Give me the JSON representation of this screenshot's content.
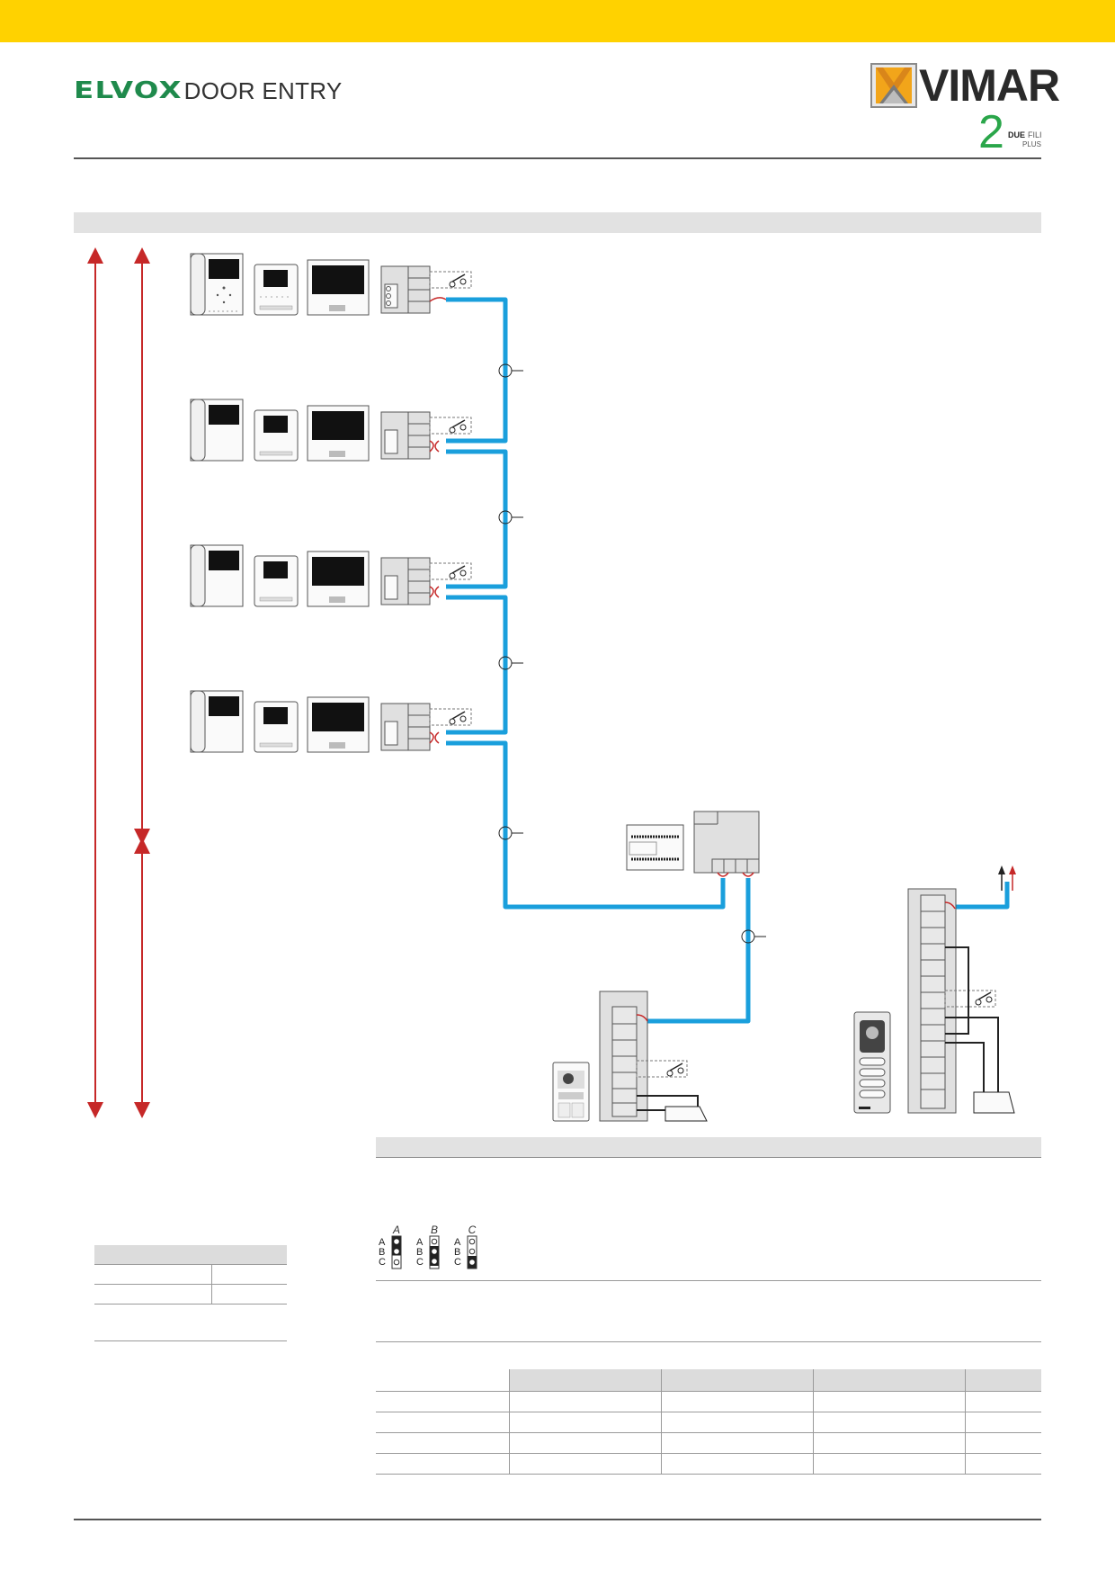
{
  "header": {
    "brand_elvox": "ELVOX",
    "brand_product": "DOOR ENTRY",
    "company": "VIMAR",
    "duefili_number": "2",
    "duefili_word_bold": "DUE",
    "duefili_word_light": "FILI",
    "duefili_plus": "PLUS"
  },
  "jumpers": {
    "options": [
      {
        "title": "A",
        "rows": [
          "A",
          "B",
          "C"
        ]
      },
      {
        "title": "B",
        "rows": [
          "A",
          "B",
          "C"
        ]
      },
      {
        "title": "C",
        "rows": [
          "A",
          "B",
          "C"
        ]
      }
    ]
  },
  "colors": {
    "yellow_band": "#ffd200",
    "bus_cable": "#1a9fdc",
    "distance_arrow": "#c62828",
    "elvox_green": "#1f8a4c",
    "panel_grey": "#e2e2e2"
  }
}
